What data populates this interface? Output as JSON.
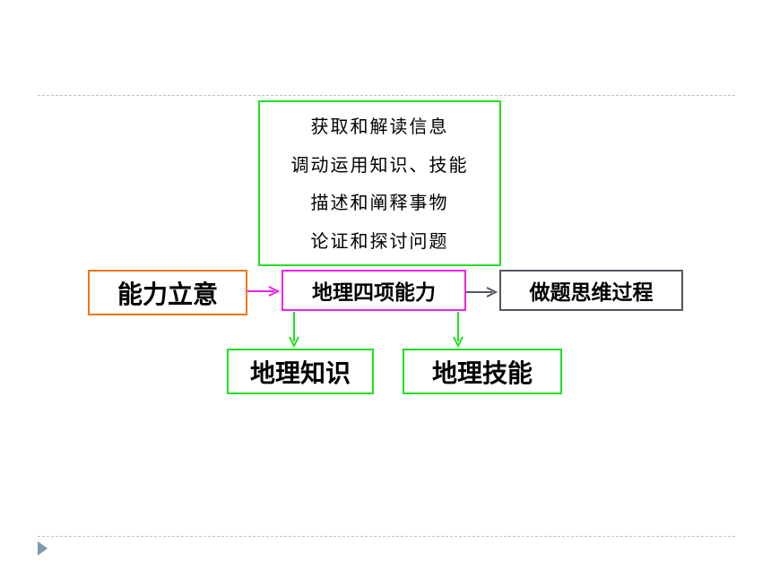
{
  "skills_box": {
    "lines": [
      "获取和解读信息",
      "调动运用知识、技能",
      "描述和阐释事物",
      "论证和探讨问题"
    ]
  },
  "nodes": {
    "ability": "能力立意",
    "four_abilities": "地理四项能力",
    "thinking_process": "做题思维过程",
    "knowledge": "地理知识",
    "skill": "地理技能"
  },
  "colors": {
    "green": "#22e022",
    "magenta": "#ee22ee",
    "orange": "#f07818",
    "gray": "#555560",
    "divider": "#b8c3cc",
    "bullet": "#7f99b0"
  }
}
